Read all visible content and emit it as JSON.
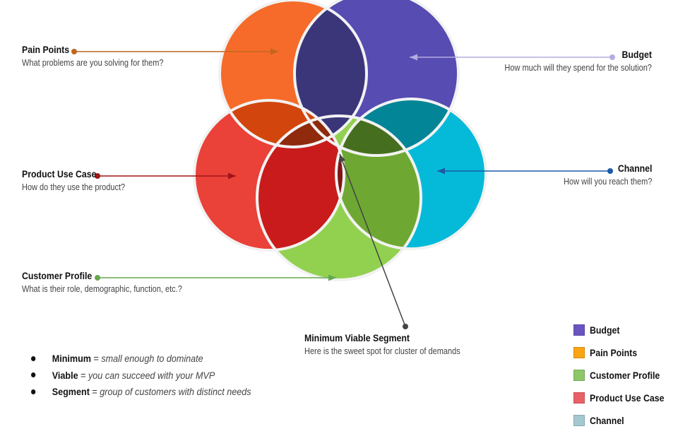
{
  "labels": {
    "pain_points": {
      "title": "Pain Points",
      "desc": "What problems are you solving for them?"
    },
    "budget": {
      "title": "Budget",
      "desc": "How much will they spend for the solution?"
    },
    "product_use_case": {
      "title": "Product Use Case",
      "desc": "How do they use the product?"
    },
    "channel": {
      "title": "Channel",
      "desc": "How will you reach them?"
    },
    "customer_profile": {
      "title": "Customer Profile",
      "desc": "What is their role, demographic, function, etc.?"
    },
    "mvs": {
      "title": "Minimum Viable Segment",
      "desc": "Here is the sweet spot for cluster of demands"
    }
  },
  "bullets": [
    {
      "term": "Minimum",
      "eq": " = ",
      "def": "small enough to dominate"
    },
    {
      "term": "Viable",
      "eq": " = ",
      "def": "you can succeed with your MVP"
    },
    {
      "term": "Segment",
      "eq": " = ",
      "def": "group of customers with distinct needs"
    }
  ],
  "legend": [
    {
      "label": "Budget",
      "color": "#6b55c0"
    },
    {
      "label": "Pain Points",
      "color": "#fba414"
    },
    {
      "label": "Customer Profile",
      "color": "#8cc768"
    },
    {
      "label": "Product Use Case",
      "color": "#e86166"
    },
    {
      "label": "Channel",
      "color": "#a3c8d0"
    }
  ],
  "circle_colors": {
    "pain_points": "#f66b2a",
    "budget": "#564cb2",
    "product_use_case": "#ea4138",
    "channel": "#05bad9",
    "customer_profile": "#92d150",
    "center": "#fbbf22"
  },
  "arrow_colors": {
    "pain_points": "#c0661e",
    "budget": "#b5abe0",
    "product_use_case": "#a11518",
    "channel": "#1b5aa6",
    "customer_profile": "#64a84c",
    "mvs": "#444444"
  }
}
